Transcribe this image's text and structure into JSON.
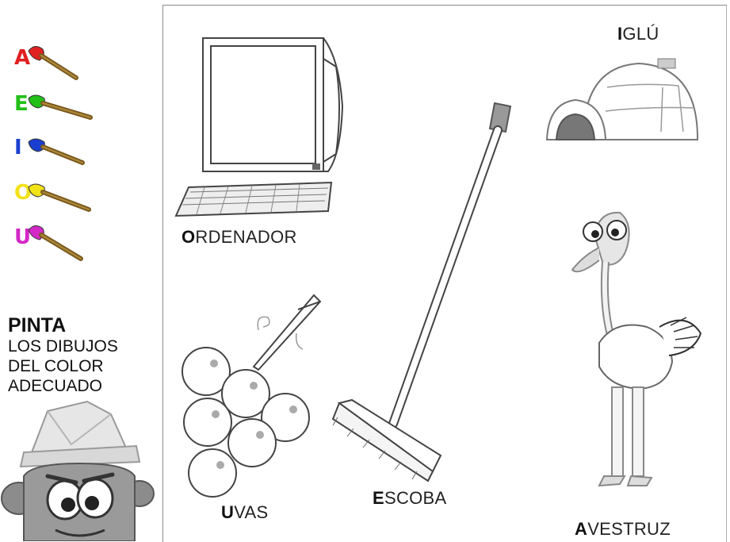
{
  "palette": {
    "brushes": [
      {
        "letter": "A",
        "color": "#e02020"
      },
      {
        "letter": "E",
        "color": "#22c018"
      },
      {
        "letter": "I",
        "color": "#1a3fd0"
      },
      {
        "letter": "O",
        "color": "#f2e218"
      },
      {
        "letter": "U",
        "color": "#d428c8"
      }
    ]
  },
  "instructions": {
    "title": "PINTA",
    "lines": [
      "LOS DIBUJOS",
      "DEL COLOR",
      "ADECUADO"
    ]
  },
  "pictures": [
    {
      "first": "O",
      "rest": "RDENADOR",
      "icon": "computer-icon"
    },
    {
      "first": "I",
      "rest": "GLÚ",
      "icon": "igloo-icon"
    },
    {
      "first": "E",
      "rest": "SCOBA",
      "icon": "broom-icon"
    },
    {
      "first": "U",
      "rest": "VAS",
      "icon": "grapes-icon"
    },
    {
      "first": "A",
      "rest": "VESTRUZ",
      "icon": "ostrich-icon"
    }
  ]
}
